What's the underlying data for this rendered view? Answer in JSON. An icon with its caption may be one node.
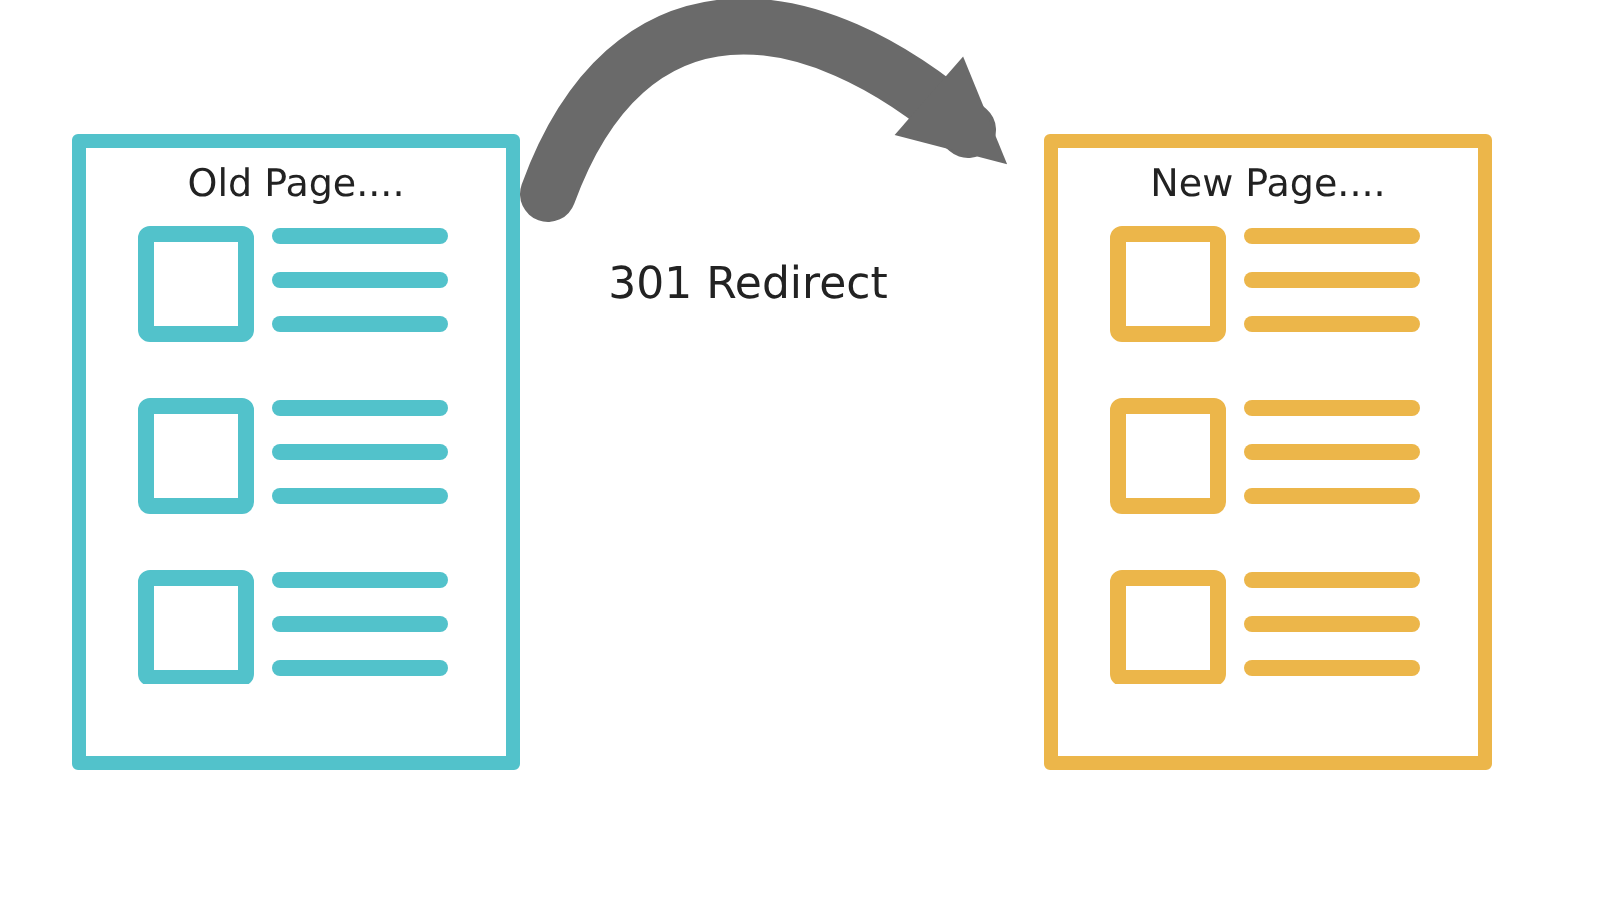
{
  "diagram": {
    "nodes": [
      {
        "text": [
          "Old Page...."
        ]
      },
      {
        "text": [
          "New Page...."
        ]
      }
    ],
    "edges": [
      {
        "from": 0,
        "to": 1,
        "arrow": "to",
        "label": "301 Redirect"
      }
    ]
  }
}
